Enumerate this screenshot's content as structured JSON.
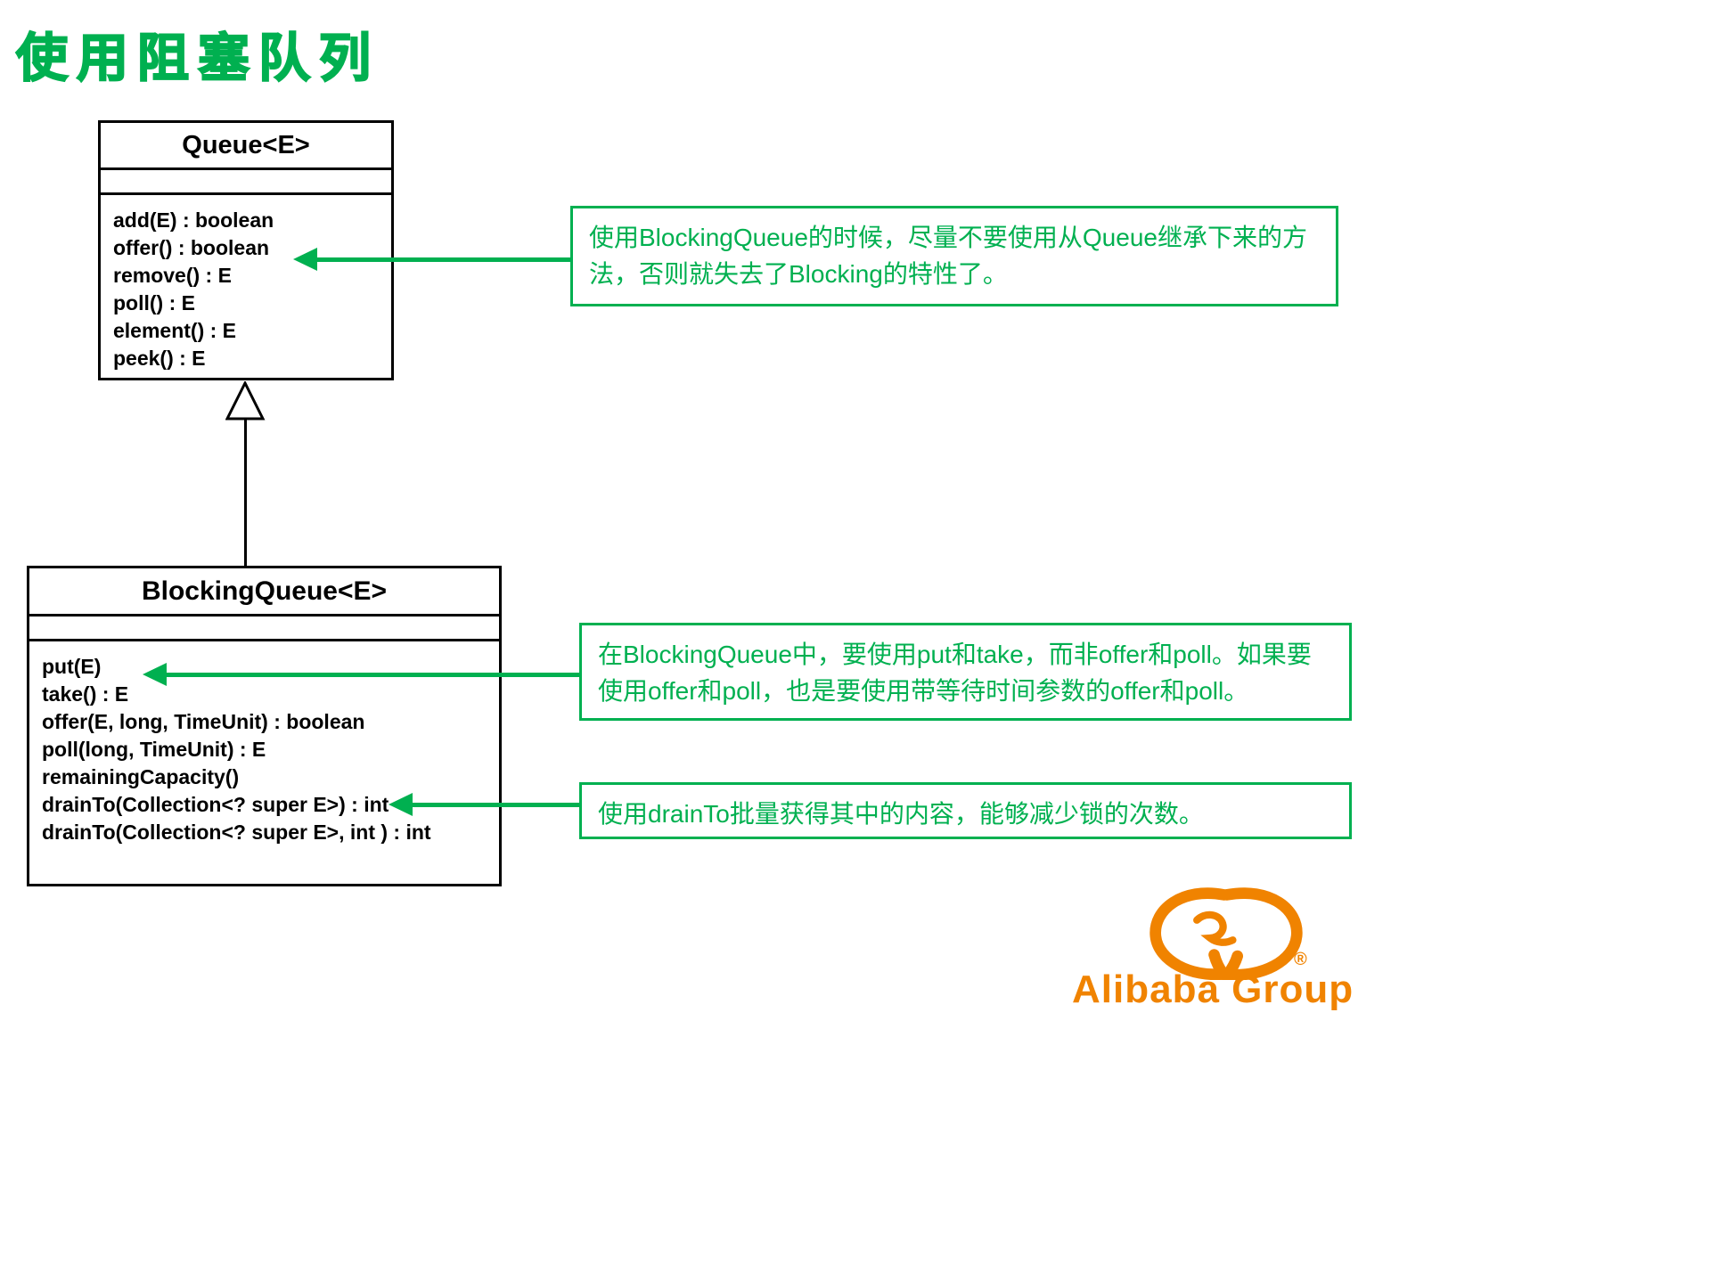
{
  "page": {
    "title": "使用阻塞队列"
  },
  "colors": {
    "green": "#00B050",
    "orange": "#F08300"
  },
  "classes": [
    {
      "name": "Queue<E>",
      "methods": [
        "add(E) : boolean",
        "offer() : boolean",
        "remove() : E",
        "poll() : E",
        "element() : E",
        "peek() : E"
      ]
    },
    {
      "name": "BlockingQueue<E>",
      "methods": [
        "put(E)",
        "take() : E",
        "offer(E, long, TimeUnit) : boolean",
        "poll(long, TimeUnit) : E",
        "remainingCapacity()",
        "drainTo(Collection<? super E>) : int",
        "drainTo(Collection<? super E>, int ) : int"
      ]
    }
  ],
  "annotations": [
    {
      "text": "使用BlockingQueue的时候，尽量不要使用从Queue继承下来的方法，否则就失去了Blocking的特性了。"
    },
    {
      "text": "在BlockingQueue中，要使用put和take，而非offer和poll。如果要使用offer和poll，也是要使用带等待时间参数的offer和poll。"
    },
    {
      "text": "使用drainTo批量获得其中的内容，能够减少锁的次数。"
    }
  ],
  "logo": {
    "text": "Alibaba Group",
    "registered": "®"
  }
}
